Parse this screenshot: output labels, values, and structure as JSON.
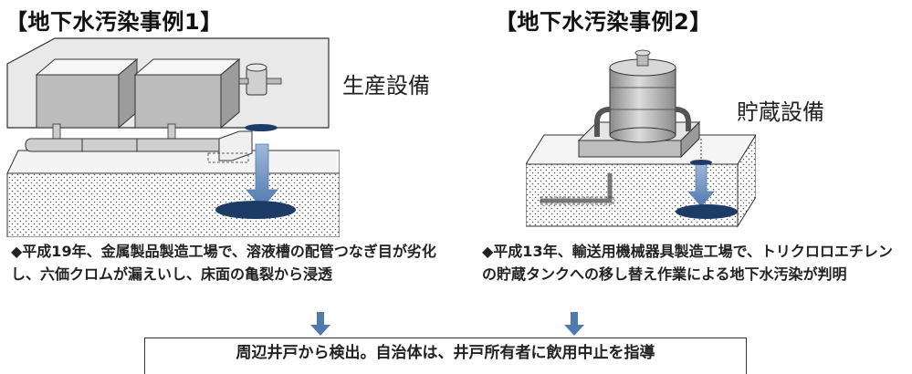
{
  "case1": {
    "title": "【地下水汚染事例1】",
    "facility_label": "生産設備",
    "description": "◆平成19年、金属製品製造工場で、溶液槽の配管つなぎ目が劣化し、六価クロムが漏えいし、床面の亀裂から浸透"
  },
  "case2": {
    "title": "【地下水汚染事例2】",
    "facility_label": "貯蔵設備",
    "description": "◆平成13年、輸送用機械器具製造工場で、トリクロロエチレンの貯蔵タンクへの移し替え作業による地下水汚染が判明"
  },
  "conclusion": "周辺井戸から検出。自治体は、井戸所有者に飲用中止を指導",
  "colors": {
    "arrow": "#4f7ab0",
    "contamination": "#1c3b66",
    "outline": "#333333"
  }
}
